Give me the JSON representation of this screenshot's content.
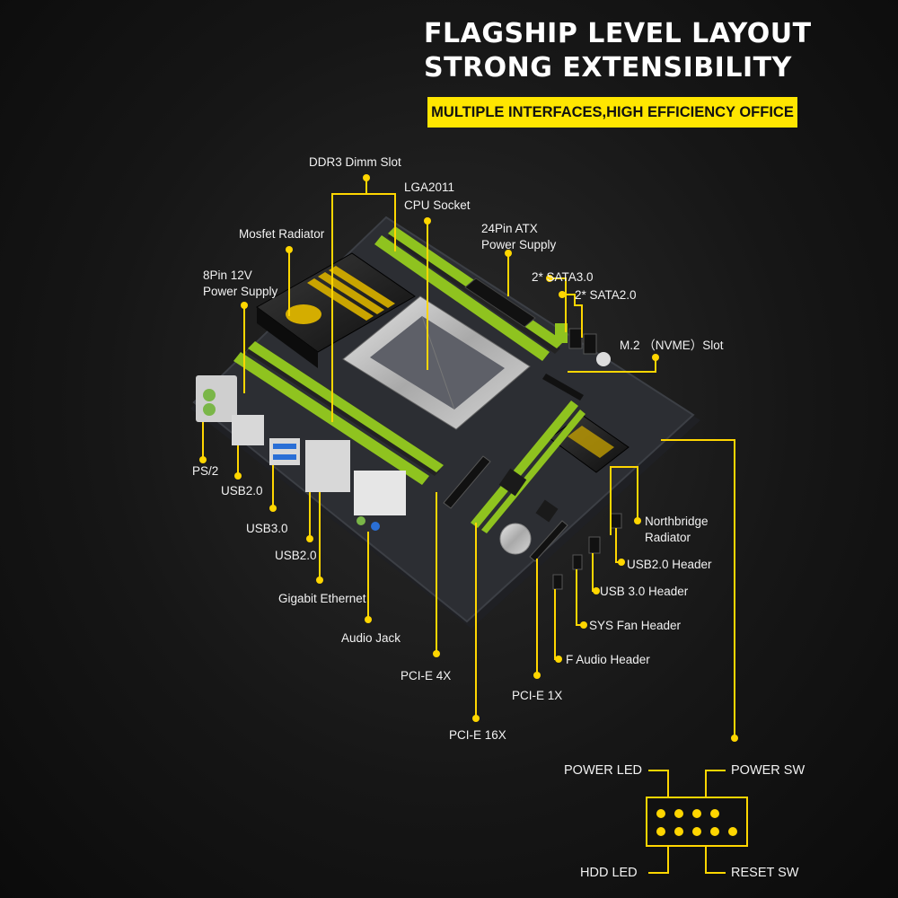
{
  "header": {
    "line1": "FLAGSHIP LEVEL LAYOUT",
    "line2": "STRONG  EXTENSIBILITY",
    "tagline": "MULTIPLE INTERFACES,HIGH EFFICIENCY OFFICE"
  },
  "labels": {
    "ddr3": "DDR3 Dimm Slot",
    "lga1": "LGA2011",
    "lga2": "CPU Socket",
    "mosfet": "Mosfet Radiator",
    "atx1": "24Pin ATX",
    "atx2": "Power Supply",
    "p12v1": "8Pin 12V",
    "p12v2": "Power Supply",
    "sata3": "2* SATA3.0",
    "sata2": "2* SATA2.0",
    "m2": "M.2 （NVME）Slot",
    "ps2": "PS/2",
    "usb2a": "USB2.0",
    "usb3": "USB3.0",
    "usb2b": "USB2.0",
    "ethernet": "Gigabit Ethernet",
    "audio": "Audio Jack",
    "pcie4": "PCI-E 4X",
    "pcie16": "PCI-E 16X",
    "pcie1": "PCI-E 1X",
    "faudio": "F Audio Header",
    "sysfan": "SYS Fan Header",
    "usb30h": "USB 3.0 Header",
    "usb20h": "USB2.0 Header",
    "nb1": "Northbridge",
    "nb2": "Radiator"
  },
  "panel": {
    "power_led": "POWER LED",
    "power_sw": "POWER SW",
    "hdd_led": "HDD LED",
    "reset_sw": "RESET SW"
  },
  "colors": {
    "accent": "#ffe600",
    "ram_green": "#8fc31f",
    "pcb": "#2b2d31"
  }
}
